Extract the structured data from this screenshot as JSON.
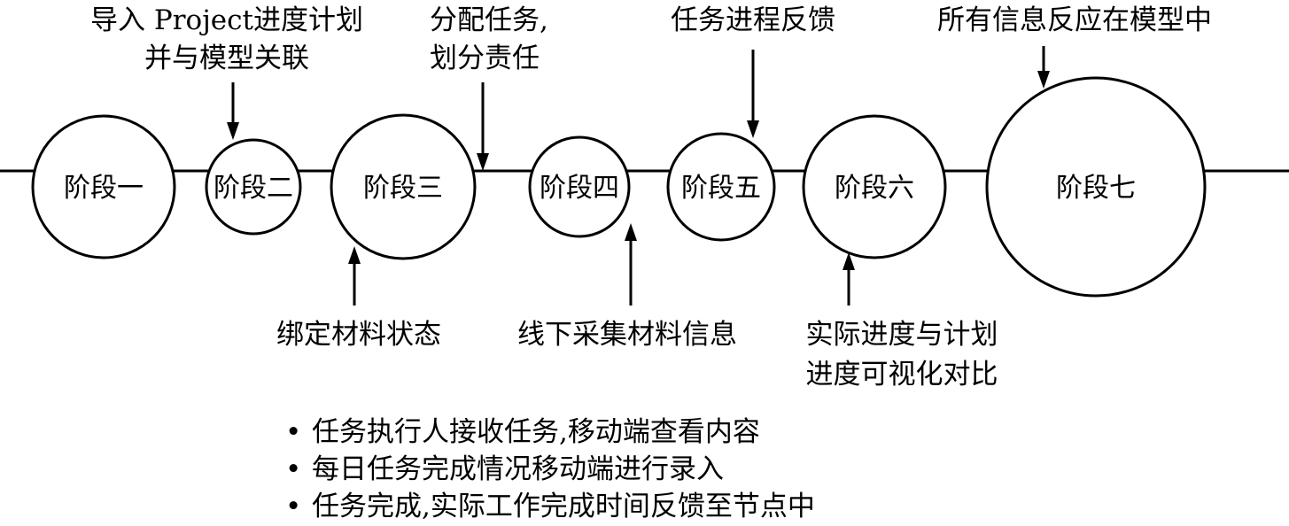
{
  "stages": [
    "阶段一",
    "阶段二",
    "阶段三",
    "阶段四",
    "阶段五",
    "阶段六",
    "阶段七"
  ],
  "top_labels": [
    {
      "lines": [
        "导入 Project进度计划",
        "并与模型关联"
      ]
    },
    {
      "lines": [
        "分配任务,",
        "划分责任"
      ]
    },
    {
      "lines": [
        "任务进程反馈"
      ]
    },
    {
      "lines": [
        "所有信息反应在模型中"
      ]
    }
  ],
  "bottom_labels": [
    {
      "lines": [
        "绑定材料状态"
      ]
    },
    {
      "lines": [
        "线下采集材料信息"
      ]
    },
    {
      "lines": [
        "实际进度与计划",
        "进度可视化对比"
      ]
    }
  ],
  "bullets": [
    "任务执行人接收任务,移动端查看内容",
    "每日任务完成情况移动端进行录入",
    "任务完成,实际工作完成时间反馈至节点中"
  ],
  "bullet_marker": "•"
}
